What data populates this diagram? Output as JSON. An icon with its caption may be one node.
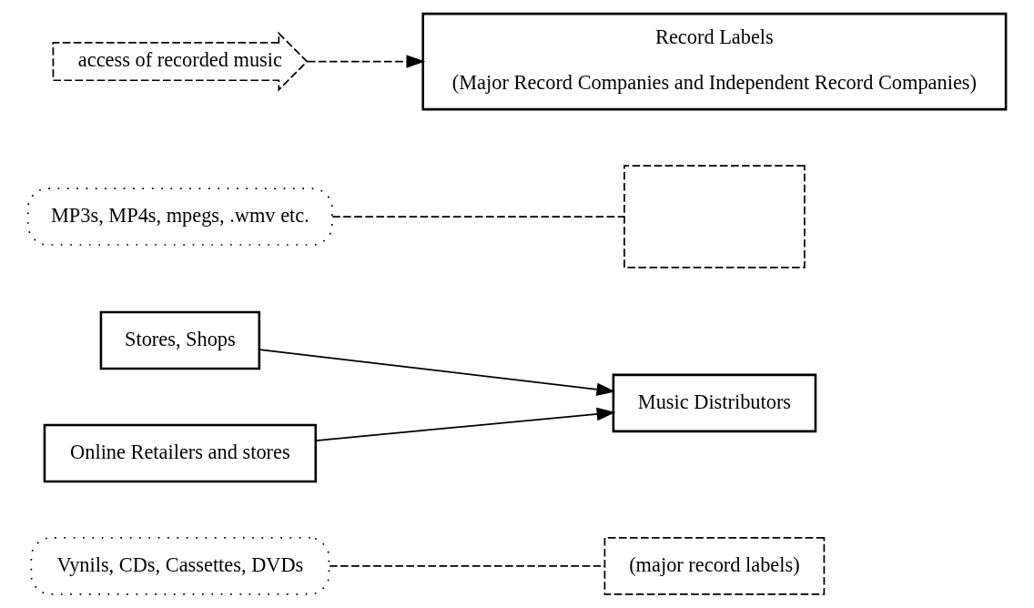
{
  "diagram": {
    "nodes": [
      {
        "text": [
          "(major record labels)"
        ]
      },
      {
        "text": [
          "Vynils, CDs, Cassettes, DVDs"
        ]
      },
      {
        "text": [
          "Stores, Shops"
        ]
      },
      {
        "text": [
          "Music Distributors"
        ]
      },
      {
        "text": [
          "Online Retailers and stores"
        ]
      },
      {
        "text": [],
        "shape": "box"
      },
      {
        "text": [
          "MP3s, MP4s, mpegs, .wmv etc."
        ]
      },
      {
        "text": [
          "access of recorded music"
        ]
      },
      {
        "text": [
          "Record Labels",
          "(Major Record Companies and Independent Record Companies)"
        ]
      }
    ],
    "edges": [
      {
        "from": 1,
        "to": 0,
        "arrow": "none",
        "style": "dashed"
      },
      {
        "from": 2,
        "to": 3,
        "arrow": "to"
      },
      {
        "from": 4,
        "to": 3,
        "arrow": "to"
      },
      {
        "from": 6,
        "to": 5,
        "arrow": "none",
        "style": "dashed"
      },
      {
        "from": 7,
        "to": 8,
        "arrow": "to",
        "style": "dashed"
      }
    ]
  }
}
